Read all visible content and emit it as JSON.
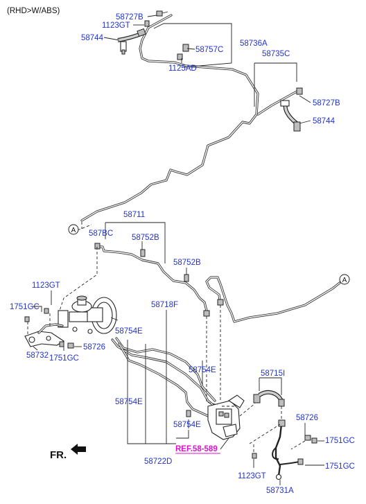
{
  "header": {
    "variant": "(RHD>W/ABS)"
  },
  "callouts": {
    "p58727B_top": "58727B",
    "p1123GT_top": "1123GT",
    "p58744_top": "58744",
    "p58736A": "58736A",
    "p58757C": "58757C",
    "p1125AD": "1125AD",
    "p58735C": "58735C",
    "p58727B_right": "58727B",
    "p58744_right": "58744",
    "p58711": "58711",
    "p587BC": "587BC",
    "p58752B_a": "58752B",
    "p58752B_b": "58752B",
    "p1123GT_left": "1123GT",
    "p1751GC_left": "1751GC",
    "p58718F": "58718F",
    "p58754E_a": "58754E",
    "p58726_left": "58726",
    "p58732": "58732",
    "p1751GC_left2": "1751GC",
    "p58754E_b": "58754E",
    "p58715I": "58715I",
    "p58754E_c": "58754E",
    "p58726_right": "58726",
    "p1751GC_right1": "1751GC",
    "p58754E_d": "58754E",
    "p1751GC_right2": "1751GC",
    "p58722D": "58722D",
    "p1123GT_bottom": "1123GT",
    "p58731A": "58731A"
  },
  "reference": {
    "label": "REF.58-589",
    "color": "#dd11cc"
  },
  "connector_marker": {
    "letter": "A"
  },
  "direction": {
    "label": "FR."
  },
  "colors": {
    "callout_text": "#2233cc",
    "line": "#222222"
  }
}
